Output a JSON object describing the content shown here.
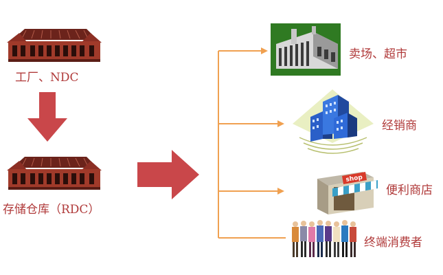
{
  "left": {
    "source_label": "工厂、NDC",
    "warehouse_label": "存储仓库（RDC）"
  },
  "destinations": [
    {
      "label": "卖场、超市",
      "icon": "supermarket-building-icon"
    },
    {
      "label": "经销商",
      "icon": "office-towers-icon"
    },
    {
      "label": "便利商店",
      "icon": "shop-storefront-icon"
    },
    {
      "label": "终端消费者",
      "icon": "consumers-group-icon"
    }
  ],
  "shop_sign_text": "shop",
  "colors": {
    "label": "#b03a3a",
    "arrow_fill": "#c9474a",
    "branch_line": "#f0a050",
    "factory_roof": "#8c2f24",
    "factory_wall": "#a03a2a"
  }
}
